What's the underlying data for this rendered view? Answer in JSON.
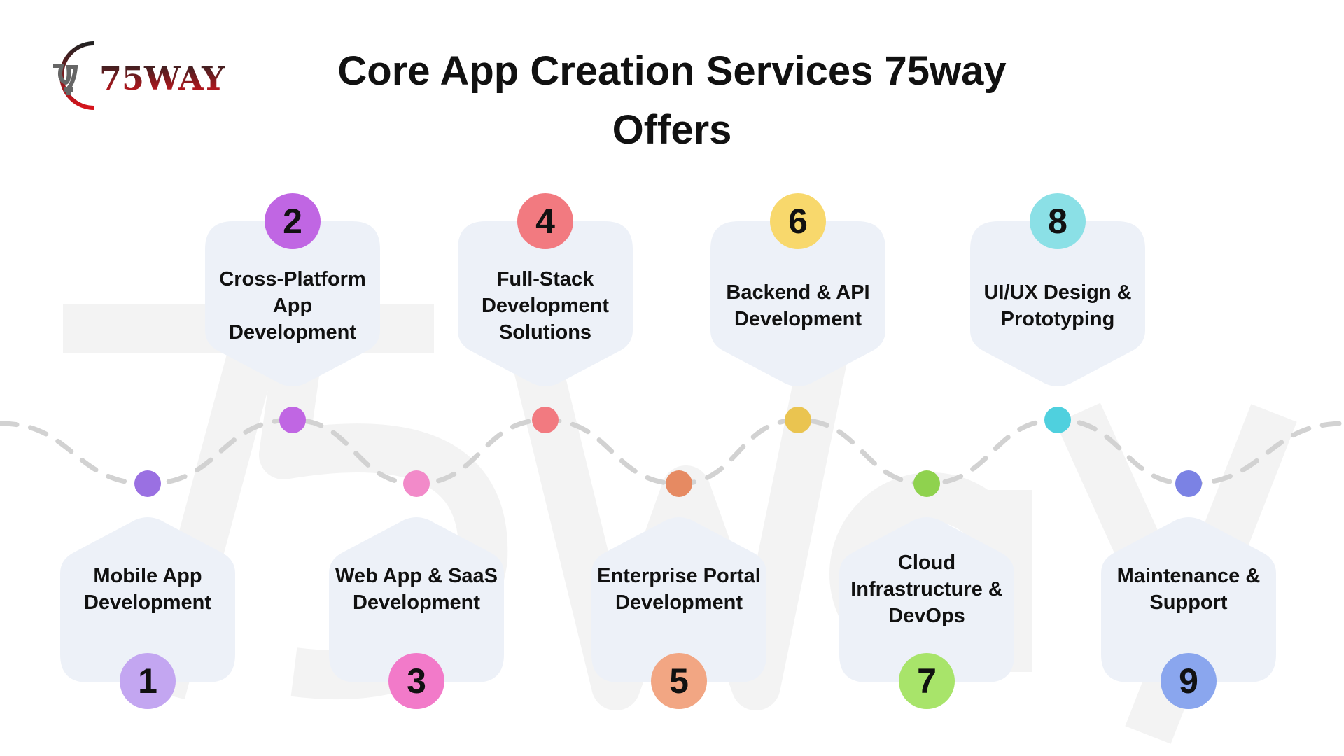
{
  "header": {
    "title": "Core App Creation Services 75way Offers",
    "logo_text": "75WAY",
    "watermark_text": "75way"
  },
  "services": [
    {
      "number": "1",
      "label": "Mobile App Development",
      "row": "bottom",
      "circle_color": "#c3a6f1",
      "dot_color": "#9a70e2"
    },
    {
      "number": "2",
      "label": "Cross-Platform App Development",
      "row": "top",
      "circle_color": "#c066e3",
      "dot_color": "#c066e3"
    },
    {
      "number": "3",
      "label": "Web App & SaaS Development",
      "row": "bottom",
      "circle_color": "#f27ac9",
      "dot_color": "#f28ac9"
    },
    {
      "number": "4",
      "label": "Full-Stack Development Solutions",
      "row": "top",
      "circle_color": "#f27a80",
      "dot_color": "#f27a80"
    },
    {
      "number": "5",
      "label": "Enterprise Portal Development",
      "row": "bottom",
      "circle_color": "#f2a683",
      "dot_color": "#e68a62"
    },
    {
      "number": "6",
      "label": "Backend & API Development",
      "row": "top",
      "circle_color": "#f8d86c",
      "dot_color": "#eac450"
    },
    {
      "number": "7",
      "label": "Cloud Infrastructure & DevOps",
      "row": "bottom",
      "circle_color": "#a8e46a",
      "dot_color": "#8fd24e"
    },
    {
      "number": "8",
      "label": "UI/UX Design & Prototyping",
      "row": "top",
      "circle_color": "#8be0e6",
      "dot_color": "#4fd0de"
    },
    {
      "number": "9",
      "label": "Maintenance & Support",
      "row": "bottom",
      "circle_color": "#8aa6ee",
      "dot_color": "#7b82e4"
    }
  ],
  "colors": {
    "card_bg": "#edf1f8",
    "wave": "#d2d2d2",
    "watermark": "#f3f3f3",
    "logo_red": "#d7141c",
    "logo_dark": "#2a2a2a"
  }
}
